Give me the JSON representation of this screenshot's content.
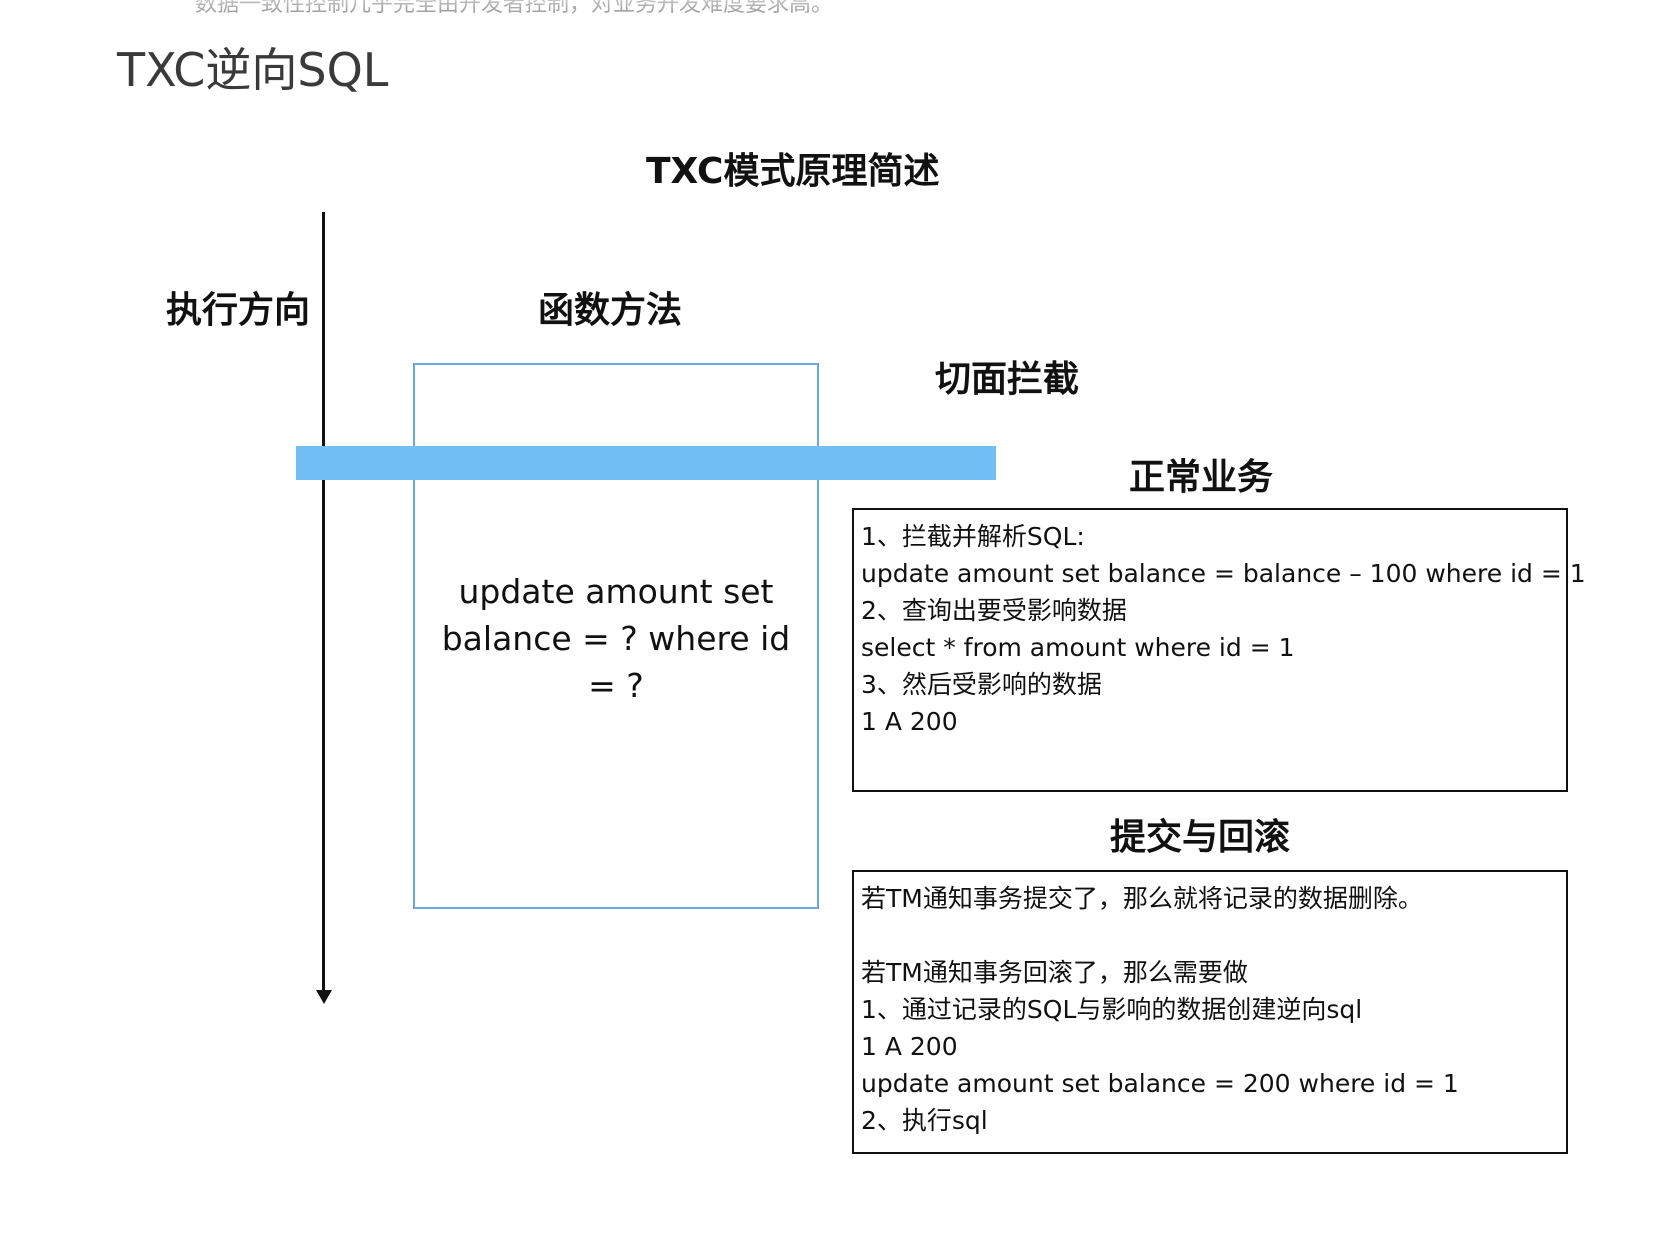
{
  "header": {
    "cut_text": "数据一致性控制几乎完全由开发者控制，对业务开发难度要求高。",
    "title": "TXC逆向SQL"
  },
  "diagram": {
    "title": "TXC模式原理简述",
    "axis_label": "执行方向",
    "function_label": "函数方法",
    "aspect_label": "切面拦截",
    "function_text": "update amount set balance = ? where id = ?",
    "normal_business": {
      "title": "正常业务",
      "lines": [
        "1、拦截并解析SQL:",
        "update amount set balance = balance – 100 where id = 1",
        "2、查询出要受影响数据",
        "select * from amount where id = 1",
        "3、然后受影响的数据",
        "1 A 200"
      ]
    },
    "commit_rollback": {
      "title": "提交与回滚",
      "lines": [
        "若TM通知事务提交了，那么就将记录的数据删除。",
        "",
        "若TM通知事务回滚了，那么需要做",
        "1、通过记录的SQL与影响的数据创建逆向sql",
        "1 A 200",
        "update amount set balance = 200 where id = 1",
        "2、执行sql"
      ]
    }
  },
  "colors": {
    "aspect_bar": "#72bff5",
    "function_box_border": "#6aa8e0",
    "text": "#111111"
  }
}
